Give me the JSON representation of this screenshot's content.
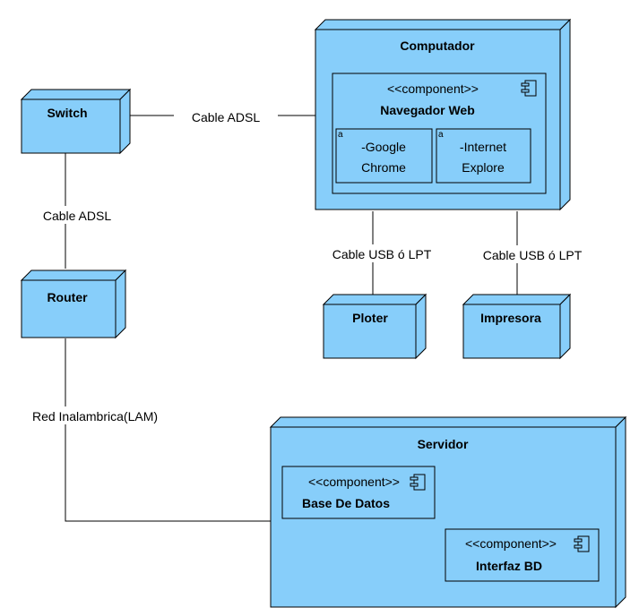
{
  "nodes": {
    "switch": "Switch",
    "router": "Router",
    "computador": "Computador",
    "ploter": "Ploter",
    "impresora": "Impresora",
    "servidor": "Servidor"
  },
  "components": {
    "navegador": {
      "stereotype": "<<component>>",
      "name": "Navegador Web"
    },
    "base_datos": {
      "stereotype": "<<component>>",
      "name": "Base De Datos"
    },
    "interfaz": {
      "stereotype": "<<component>>",
      "name": "Interfaz BD"
    }
  },
  "artifacts": {
    "chrome": {
      "marker": "a",
      "line1": "-Google",
      "line2": "Chrome"
    },
    "explorer": {
      "marker": "a",
      "line1": "-Internet",
      "line2": "Explore"
    }
  },
  "connectors": {
    "switch_computador": "Cable ADSL",
    "switch_router": "Cable ADSL",
    "computador_ploter": "Cable USB ó LPT",
    "computador_impresora": "Cable USB ó LPT",
    "router_servidor": "Red Inalambrica(LAM)"
  },
  "colors": {
    "node_fill": "#87CEFA",
    "stroke": "#000000"
  }
}
